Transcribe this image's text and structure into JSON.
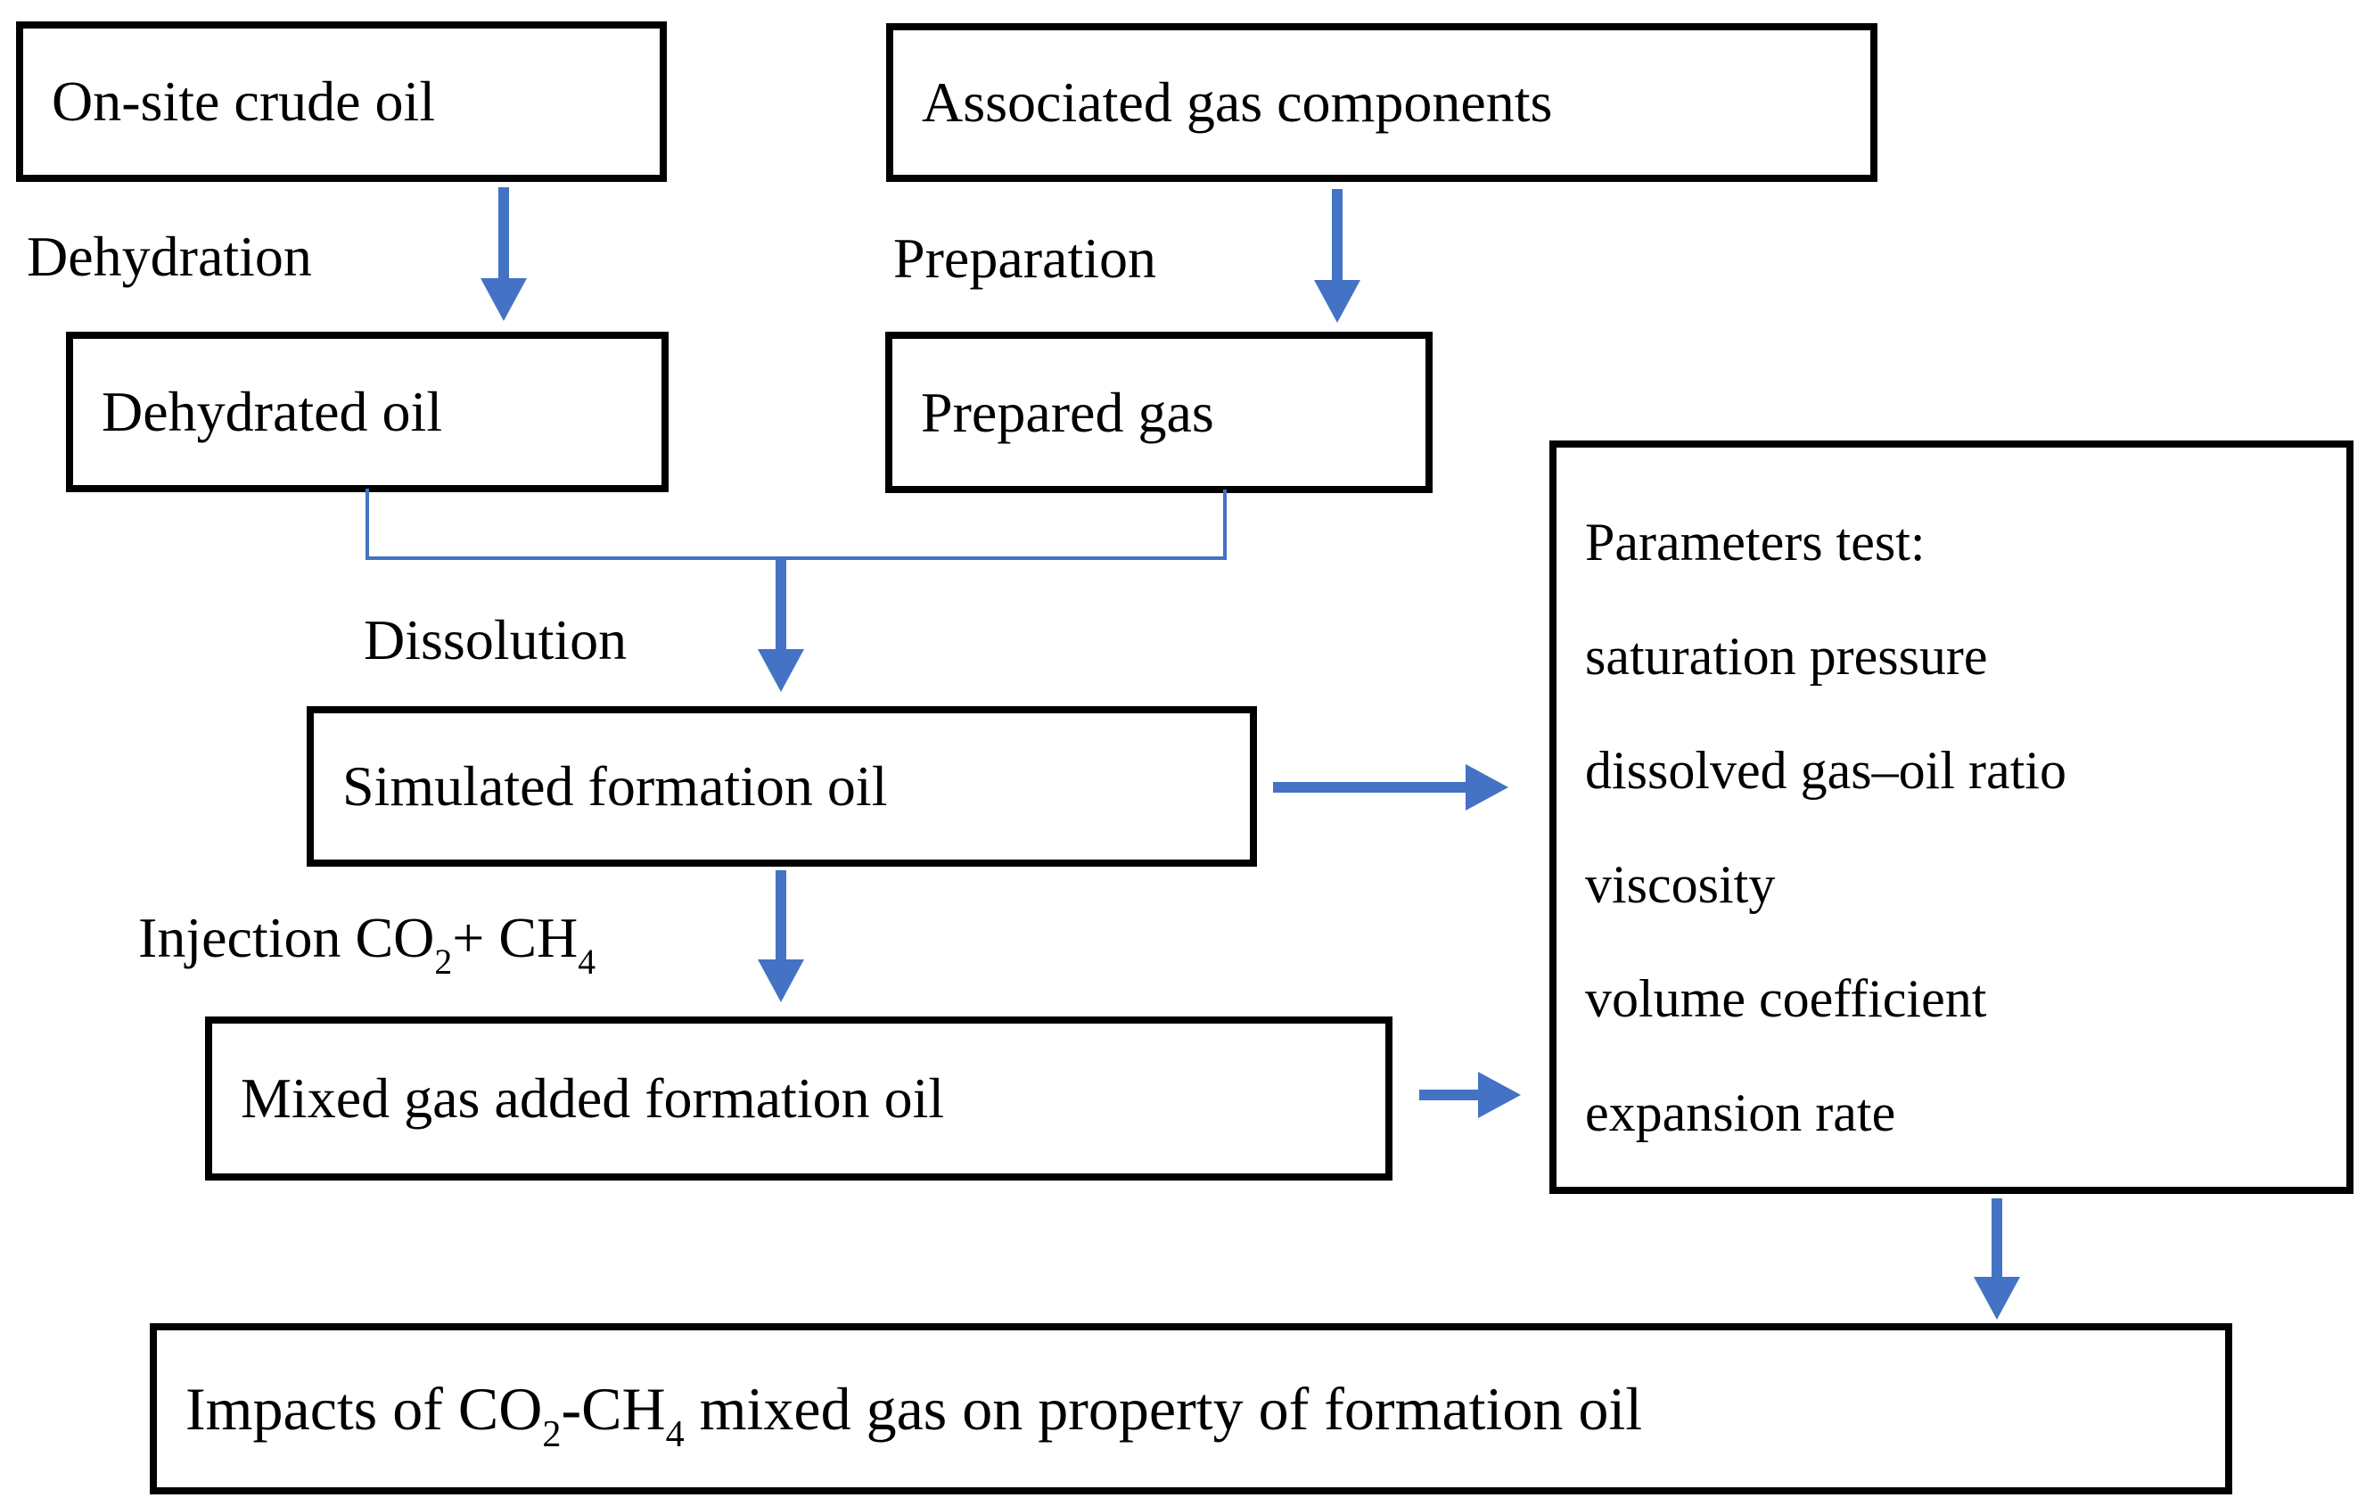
{
  "colors": {
    "accent": "#4472C4",
    "node_border": "#000000",
    "background": "#ffffff",
    "text": "#000000"
  },
  "nodes": {
    "onsite_crude_oil": "On-site crude oil",
    "associated_gas": "Associated gas components",
    "dehydrated_oil": "Dehydrated oil",
    "prepared_gas": "Prepared gas",
    "simulated_formation_oil": "Simulated formation oil",
    "mixed_gas_formation_oil": "Mixed gas added formation oil"
  },
  "impacts_node": {
    "parts": [
      {
        "t": "Impacts of CO"
      },
      {
        "t": "2",
        "sub": true
      },
      {
        "t": "-CH"
      },
      {
        "t": "4",
        "sub": true
      },
      {
        "t": " mixed gas on property of formation oil"
      }
    ]
  },
  "process_labels": {
    "dehydration": "Dehydration",
    "preparation": "Preparation",
    "dissolution": "Dissolution",
    "injection": {
      "parts": [
        {
          "t": "Injection CO"
        },
        {
          "t": "2",
          "sub": true
        },
        {
          "t": "+ CH"
        },
        {
          "t": "4",
          "sub": true
        }
      ]
    }
  },
  "parameters_panel": {
    "title": "Parameters test:",
    "items": [
      "saturation pressure",
      "dissolved gas–oil ratio",
      "viscosity",
      "volume coefficient",
      "expansion rate"
    ]
  }
}
